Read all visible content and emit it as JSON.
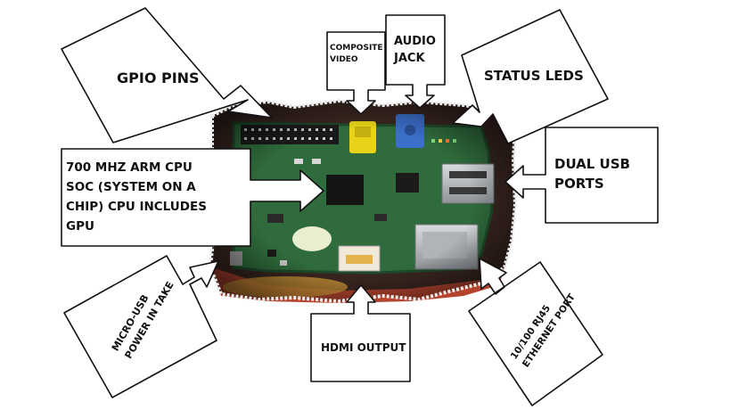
{
  "labels": {
    "gpio": "GPIO PINS",
    "composite_line1": "COMPOSITE",
    "composite_line2": "VIDEO",
    "audio_line1": "AUDIO",
    "audio_line2": "JACK",
    "status": "STATUS LEDS",
    "usb_line1": "DUAL USB",
    "usb_line2": "PORTS",
    "cpu_line1": "700 MHZ ARM CPU",
    "cpu_line2": "SOC (SYSTEM ON A",
    "cpu_line3": "CHIP) CPU INCLUDES",
    "cpu_line4": "GPU",
    "power_line1": "MICRO-USB",
    "power_line2": "POWER IN TAKE",
    "hdmi": "HDMI OUTPUT",
    "ethernet_line1": "10/100 RJ45",
    "ethernet_line2": "ETHERNET PORT"
  },
  "colors": {
    "board": "#2f6b3c",
    "board_dark": "#1f4a2a",
    "composite_jack": "#e8d21a",
    "audio_jack": "#3b6fc9",
    "background_red": "#b5442f",
    "metal": "#b9bcc0"
  }
}
